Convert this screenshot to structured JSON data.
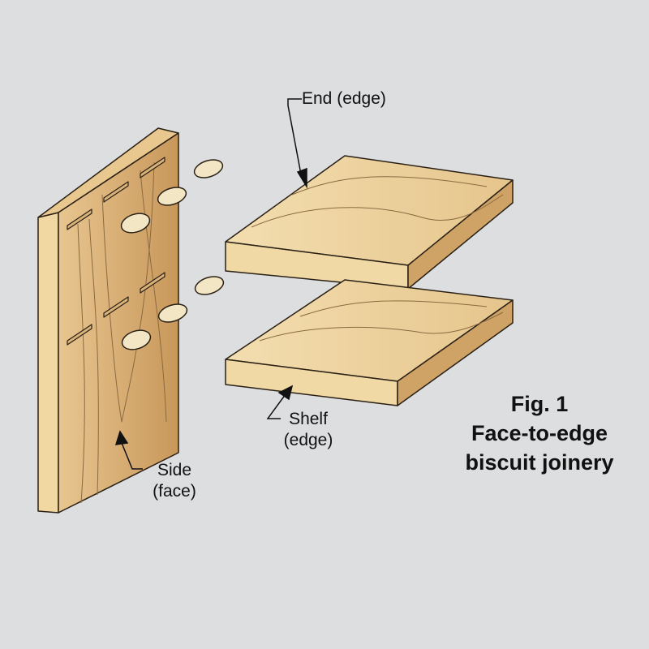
{
  "labels": {
    "end_edge": "End (edge)",
    "shelf_edge_1": "Shelf",
    "shelf_edge_2": "(edge)",
    "side_face_1": "Side",
    "side_face_2": "(face)"
  },
  "figure": {
    "number": "Fig. 1",
    "caption_1": "Face-to-edge",
    "caption_2": "biscuit joinery"
  },
  "colors": {
    "background": "#dcdee0",
    "wood": "#e2be86",
    "wood_dark": "#c99a5c",
    "outline": "#2a2015"
  }
}
